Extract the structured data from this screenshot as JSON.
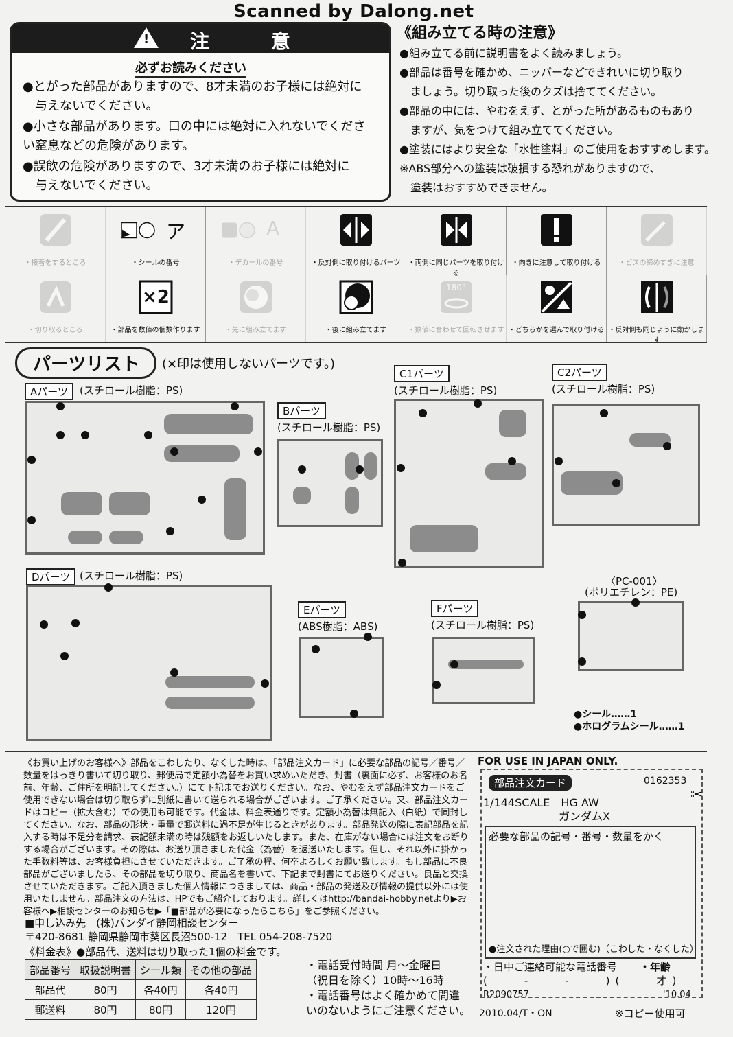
{
  "header": {
    "scanned": "Scanned by Dalong.net"
  },
  "caution": {
    "title": "注 意",
    "must_read": "必ずお読みください",
    "items": [
      "●とがった部品がありますので、8才未満のお子様には絶対に",
      "与えないでください。",
      "●小さな部品があります。口の中には絶対に入れないでください。",
      "窒息などの危険があります。",
      "●誤飲の危険がありますので、3才未満のお子様には絶対に",
      "与えないでください。"
    ]
  },
  "assembly": {
    "title": "《組み立てる時の注意》",
    "items": [
      "●組み立てる前に説明書をよく読みましょう。",
      "●部品は番号を確かめ、ニッパーなどできれいに切り取り",
      "ましょう。切り取った後のクズは捨ててください。",
      "●部品の中には、やむをえず、とがった所があるものもあり",
      "ますが、気をつけて組み立ててください。",
      "●塗装にはより安全な「水性塗料」のご使用をおすすめします。",
      "※ABS部分への塗装は破損する恐れがありますので、",
      "塗装はおすすめできません。"
    ]
  },
  "icons": [
    {
      "icon": "brush-icon",
      "label": "・接着をするところ",
      "faded": true
    },
    {
      "icon": "sticker-a-icon",
      "label": "・シールの番号",
      "faded": false
    },
    {
      "icon": "decal-a-icon",
      "label": "・デカールの番号",
      "faded": true
    },
    {
      "icon": "arrows-out-icon",
      "label": "・反対側に取り付けるパーツ",
      "faded": false
    },
    {
      "icon": "arrows-in-icon",
      "label": "・両側に同じパーツを取り付ける",
      "faded": false
    },
    {
      "icon": "exclamation-icon",
      "label": "・向きに注意して取り付ける",
      "faded": false
    },
    {
      "icon": "screw-icon",
      "label": "・ビスの締めすぎに注意",
      "faded": true
    },
    {
      "icon": "nipper-icon",
      "label": "・切り取るところ",
      "faded": true
    },
    {
      "icon": "times-two-icon",
      "label": "・部品を数値の個数作ります",
      "faded": false
    },
    {
      "icon": "assemble-first-icon",
      "label": "・先に組み立てます",
      "faded": true
    },
    {
      "icon": "assemble-later-icon",
      "label": "・後に組み立てます",
      "faded": false
    },
    {
      "icon": "rotate-180-icon",
      "label": "・数値に合わせて回転させます",
      "faded": true
    },
    {
      "icon": "choose-one-icon",
      "label": "・どちらかを選んで取り付ける",
      "faded": false
    },
    {
      "icon": "move-same-icon",
      "label": "・反対側も同じように動かします",
      "faded": false
    }
  ],
  "icon_text": {
    "ka": "ア",
    "a": "A",
    "x2": "×2",
    "r180": "180°",
    "excl": "!"
  },
  "parts": {
    "title": "パーツリスト",
    "note": "(×印は使用しないパーツです。)",
    "sprues": [
      {
        "tag": "Aパーツ",
        "material": "(スチロール樹脂：PS)"
      },
      {
        "tag": "Bパーツ",
        "material": "(スチロール樹脂：PS)"
      },
      {
        "tag": "C1パーツ",
        "material": "(スチロール樹脂：PS)"
      },
      {
        "tag": "C2パーツ",
        "material": "(スチロール樹脂：PS)"
      },
      {
        "tag": "Dパーツ",
        "material": "(スチロール樹脂：PS)"
      },
      {
        "tag": "Eパーツ",
        "material": "(ABS樹脂：ABS)"
      },
      {
        "tag": "Fパーツ",
        "material": "(スチロール樹脂：PS)"
      },
      {
        "tag": "〈PC-001〉",
        "material": "(ポリエチレン：PE)"
      }
    ],
    "seals": [
      "●シール……1",
      "●ホログラムシール……1"
    ]
  },
  "order_text": "《お買い上げのお客様へ》部品をこわしたり、なくした時は、「部品注文カード」に必要な部品の記号／番号／数量をはっきり書いて切り取り、郵便局で定額小為替をお買い求めいただき、封書（裏面に必ず、お客様のお名前、年齢、ご住所を明記してください。）にて下記までお送りください。なお、やむをえず部品注文カードをご使用できない場合は切り取らずに別紙に書いて送られる場合がございます。ご了承ください。又、部品注文カードはコピー（拡大含む）での使用も可能です。代金は、料金表通りです。定額小為替は無記入（白紙）で同封してください。なお、部品の形状・重量で郵送料に過不足が生じるときがあります。部品発送の際に表記部品を記入する時は不足分を請求、表記額未満の時は残額をお返しいたします。また、在庫がない場合には注文をお断りする場合がございます。その際は、お送り頂きました代金（為替）を返送いたします。但し、それ以外に掛かった手数料等は、お客様負担にさせていただきます。ご了承の程、何卒よろしくお願い致します。もし部品に不良部品がございましたら、その部品を切り取り、商品名を書いて、下記まで封書にてお送りください。良品と交換させていただきます。ご記入頂きました個人情報につきましては、商品・部品の発送及び情報の提供以外には使用いたしません。部品注文の方法は、HPでもご紹介しております。詳しくはhttp://bandai-hobby.netより▶お客様へ▶相談センターのお知らせ▶「■部品が必要になったらこちら」をご参照ください。",
  "contact": {
    "to": "■申し込み先　(株)バンダイ静岡相談センター",
    "address": "〒420-8681 静岡県静岡市葵区長沼500-12　TEL 054-208-7520",
    "fee_title": "《料金表》●部品代、送料は切り取った1個の料金です。"
  },
  "fee_table": {
    "headers": [
      "部品番号",
      "取扱説明書",
      "シール類",
      "その他の部品"
    ],
    "rows": [
      [
        "部品代",
        "80円",
        "各40円",
        "各40円"
      ],
      [
        "郵送料",
        "80円",
        "80円",
        "120円"
      ]
    ]
  },
  "hours": [
    "・電話受付時間 月〜金曜日",
    "（祝日を除く）10時〜16時",
    "・電話番号はよく確かめて間違",
    "いのないようにご注意ください。"
  ],
  "card": {
    "for_japan": "FOR USE IN JAPAN ONLY.",
    "label": "部品注文カード",
    "code": "0162353",
    "scale": "1/144SCALE　HG AW",
    "model": "ガンダムX",
    "instruction": "必要な部品の記号・番号・数量をかく",
    "reason": "●注文された理由(○で囲む)（こわした・なくした）",
    "phone_label": "・日中ご連絡可能な電話番号",
    "age_label": "・年齢",
    "phone_fields": "(　　-　　-　　)(　　才)",
    "serial": "R2090757",
    "date": "'10.04",
    "print_code": "2010.04/T・ON",
    "copy_ok": "※コピー使用可"
  }
}
